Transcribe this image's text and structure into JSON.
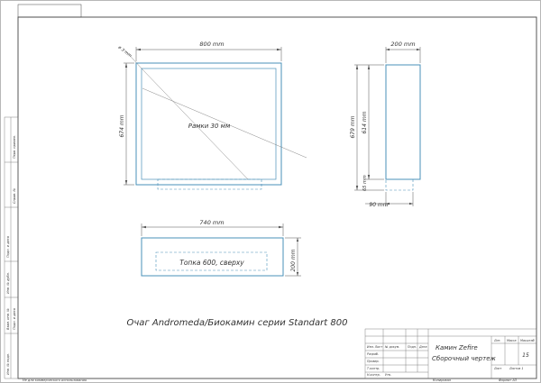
{
  "dims": {
    "front_width": "800 mm",
    "front_height": "674 mm",
    "frame_corner": "ø 3 mm",
    "side_width": "200 mm",
    "side_total": "679 mm",
    "side_height": "614 mm",
    "side_bottom": "65 mm",
    "side_foot": "90 mm",
    "top_width": "740 mm",
    "top_height": "200 mm"
  },
  "notes": {
    "frame_note": "Рамки 30 мм",
    "top_note": "Топка 600, сверху"
  },
  "caption": "Очаг Andromeda/Биокамин серии Standart 800",
  "left_strip": {
    "c1": "Перв. примен.",
    "c2": "Справ. №",
    "c3": "Подп. и дата",
    "c4": "Инв. № дубл.",
    "c5": "Взам. инв. №",
    "c6": "Подп. и дата",
    "c7": "Инв. № подл."
  },
  "title_block": {
    "product": "Камин Zefire",
    "doc_type": "Сборочный чертеж",
    "sheet_count": "15",
    "lit_label": "Лит.",
    "mass_label": "Масса",
    "scale_label": "Масштаб",
    "sheet_label": "Лист",
    "sheets_label": "Листов 1",
    "row_izm": "Изм. Лист",
    "row_ndoc": "№ докум.",
    "row_podp": "Подп.",
    "row_data": "Дата",
    "r_razrab": "Разраб.",
    "r_prov": "Провер.",
    "r_tkontr": "Т.контр.",
    "r_nkontr": "Н.контр.",
    "r_utv": "Утв.",
    "copy_label": "Копировал",
    "format_label": "Формат A3"
  },
  "bottom_note": "Не для коммерческого использования"
}
